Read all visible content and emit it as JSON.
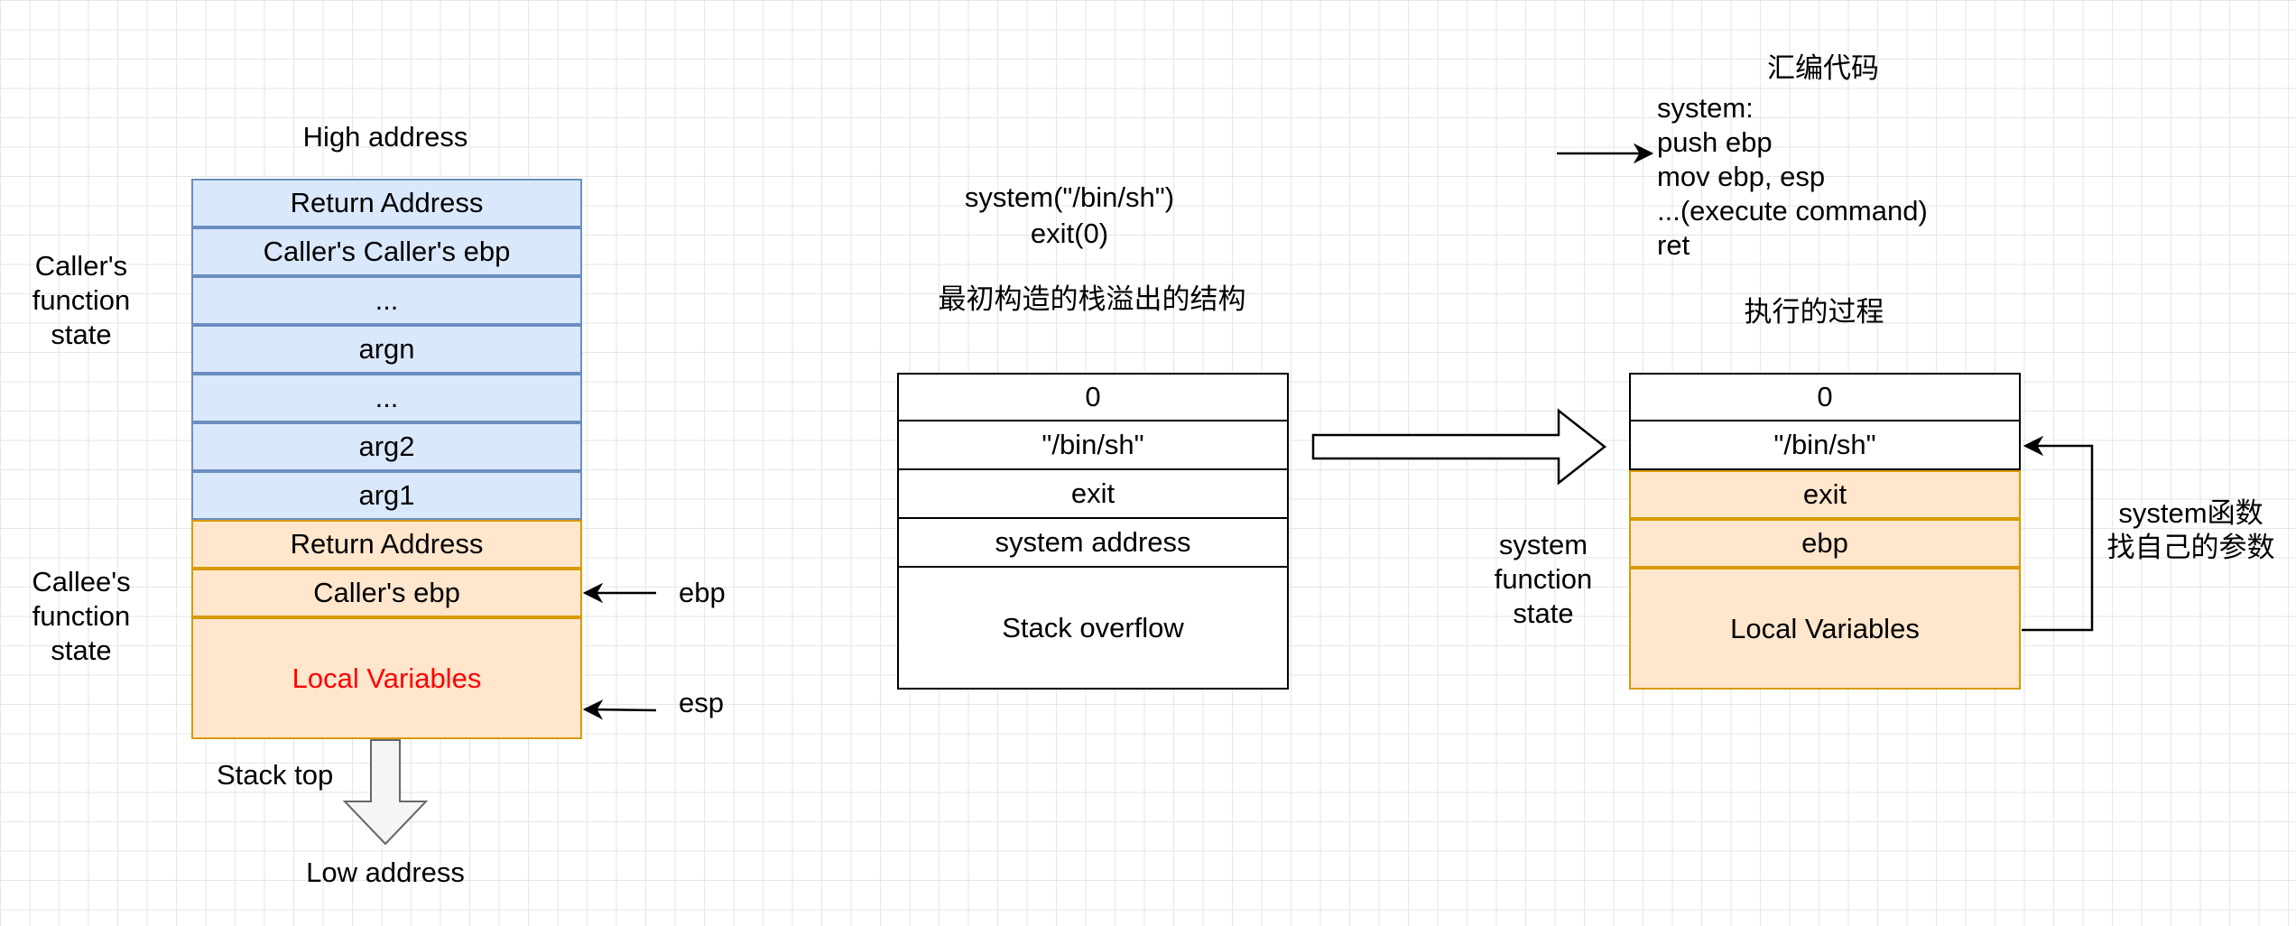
{
  "left_stack": {
    "top_label": "High address",
    "bottom_label": "Low address",
    "stack_top_label": "Stack top",
    "caller_label": "Caller's\nfunction\nstate",
    "callee_label": "Callee's\nfunction\nstate",
    "caller_cells": [
      "Return Address",
      "Caller's Caller's ebp",
      "...",
      "argn",
      "...",
      "arg2",
      "arg1"
    ],
    "callee_cells": [
      "Return Address",
      "Caller's ebp",
      "Local Variables"
    ],
    "pointer_ebp": "ebp",
    "pointer_esp": "esp"
  },
  "middle": {
    "code_line_1": "system(\"/bin/sh\")",
    "code_line_2": "exit(0)",
    "title": "最初构造的栈溢出的结构",
    "cells": [
      "0",
      "\"/bin/sh\"",
      "exit",
      "system address",
      "Stack overflow"
    ]
  },
  "right": {
    "asm_title": "汇编代码",
    "asm_lines": [
      "system:",
      "push ebp",
      "mov ebp, esp",
      "...(execute command)",
      "ret"
    ],
    "title": "执行的过程",
    "cells_plain": [
      "0",
      "\"/bin/sh\""
    ],
    "cells_orange": [
      "exit",
      "ebp",
      "Local Variables"
    ],
    "system_state_label": "system\nfunction\nstate",
    "note_label": "system函数\n找自己的参数"
  },
  "colors": {
    "caller_fill": "#dae8fc",
    "caller_stroke": "#6c8ebf",
    "callee_fill": "#ffe6cc",
    "callee_stroke": "#d79b00",
    "local_vars_text": "#ff0000"
  }
}
